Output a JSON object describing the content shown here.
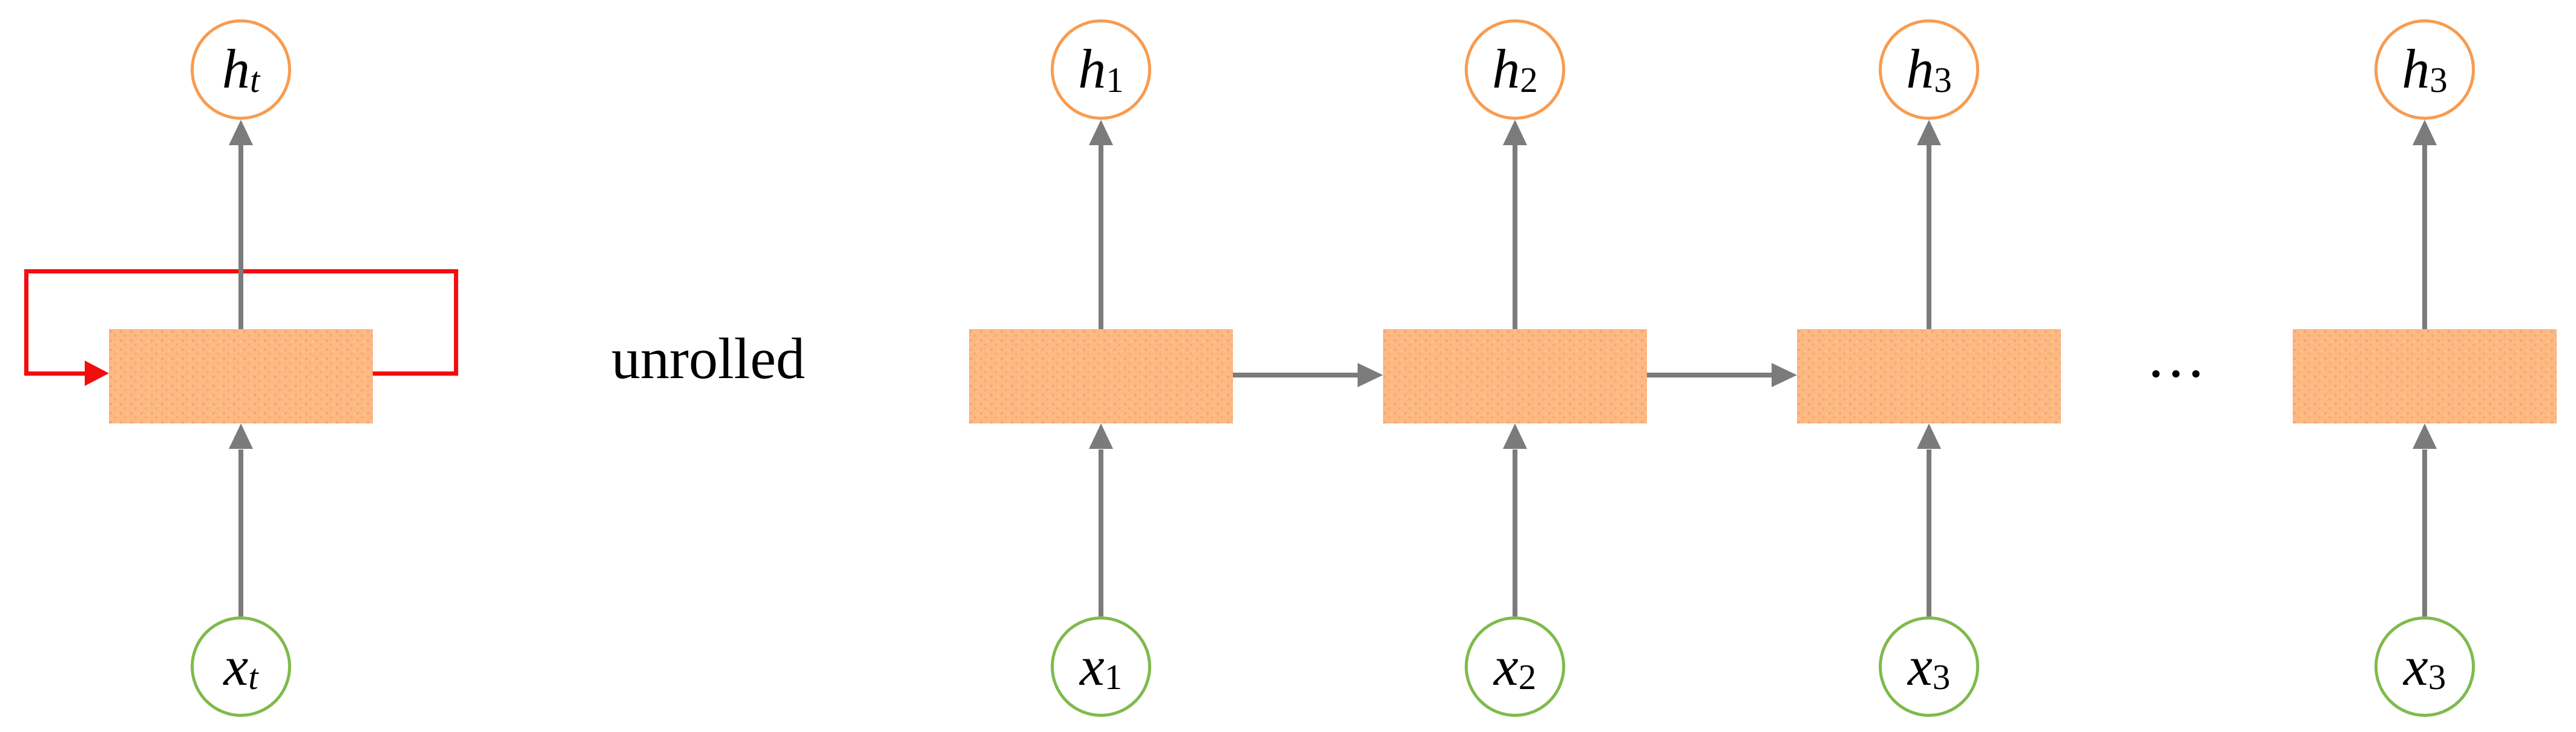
{
  "figure": {
    "label_unrolled": "unrolled",
    "folded": {
      "hidden": {
        "base": "h",
        "sub": "t"
      },
      "input": {
        "base": "x",
        "sub": "t"
      }
    },
    "unrolled": [
      {
        "hidden": {
          "base": "h",
          "sub": "1"
        },
        "input": {
          "base": "x",
          "sub": "1"
        }
      },
      {
        "hidden": {
          "base": "h",
          "sub": "2"
        },
        "input": {
          "base": "x",
          "sub": "2"
        }
      },
      {
        "hidden": {
          "base": "h",
          "sub": "3"
        },
        "input": {
          "base": "x",
          "sub": "3"
        }
      },
      {
        "hidden": {
          "base": "h",
          "sub": "3"
        },
        "input": {
          "base": "x",
          "sub": "3"
        }
      }
    ],
    "ellipsis_dot_count": 3,
    "colors": {
      "hidden_node_border": "#f89b4f",
      "input_node_border": "#7fba4c",
      "cell_fill": "#fcb980",
      "cell_speckle": "#f1809e",
      "arrow_gray": "#7b7b7b",
      "recurrent_loop_red": "#f40d0d",
      "text": "#000000",
      "background": "#ffffff"
    }
  }
}
